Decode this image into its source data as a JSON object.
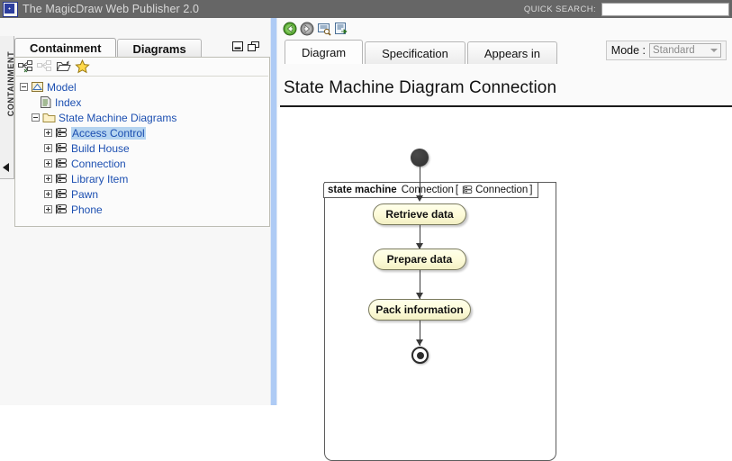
{
  "titlebar": {
    "app_title": "The MagicDraw Web Publisher 2.0",
    "app_icon": "magicdraw-logo-icon",
    "quick_search_label": "QUICK SEARCH:",
    "quick_search_value": "",
    "quick_search_placeholder": "",
    "bg_color": "#666666",
    "text_color": "#d9d9d9"
  },
  "left_panel": {
    "rail_label": "CONTAINMENT",
    "tabs": [
      {
        "label": "Containment",
        "active": true
      },
      {
        "label": "Diagrams",
        "active": false
      }
    ],
    "window_controls": [
      {
        "name": "restore-down-icon"
      },
      {
        "name": "maximize-windows-icon"
      }
    ],
    "tree_toolbar": [
      {
        "name": "collapse-all-icon",
        "enabled": true
      },
      {
        "name": "expand-all-icon",
        "enabled": false
      },
      {
        "name": "open-folder-icon",
        "enabled": true
      },
      {
        "name": "favorites-star-icon",
        "enabled": true
      }
    ],
    "tree": [
      {
        "label": "Model",
        "depth": 0,
        "toggle": "minus",
        "icon": "model-icon",
        "selected": false
      },
      {
        "label": "Index",
        "depth": 1,
        "toggle": "none",
        "icon": "index-page-icon",
        "selected": false
      },
      {
        "label": "State Machine Diagrams",
        "depth": 1,
        "toggle": "minus",
        "icon": "folder-icon",
        "selected": false
      },
      {
        "label": "Access Control",
        "depth": 2,
        "toggle": "plus",
        "icon": "state-machine-icon",
        "selected": true
      },
      {
        "label": "Build House",
        "depth": 2,
        "toggle": "plus",
        "icon": "state-machine-icon",
        "selected": false
      },
      {
        "label": "Connection",
        "depth": 2,
        "toggle": "plus",
        "icon": "state-machine-icon",
        "selected": false
      },
      {
        "label": "Library Item",
        "depth": 2,
        "toggle": "plus",
        "icon": "state-machine-icon",
        "selected": false
      },
      {
        "label": "Pawn",
        "depth": 2,
        "toggle": "plus",
        "icon": "state-machine-icon",
        "selected": false
      },
      {
        "label": "Phone",
        "depth": 2,
        "toggle": "plus",
        "icon": "state-machine-icon",
        "selected": false
      }
    ],
    "link_color": "#1c4fb1",
    "selection_color": "#b5d4f0"
  },
  "right_panel": {
    "toolbar": [
      {
        "name": "back-arrow-icon"
      },
      {
        "name": "forward-arrow-icon"
      },
      {
        "name": "show-details-icon"
      },
      {
        "name": "export-document-icon"
      }
    ],
    "tabs": [
      {
        "label": "Diagram",
        "active": true
      },
      {
        "label": "Specification",
        "active": false
      },
      {
        "label": "Appears in",
        "active": false
      }
    ],
    "mode": {
      "label": "Mode :",
      "selected": "Standard",
      "options": [
        "Standard"
      ]
    },
    "page_title": "State Machine Diagram Connection"
  },
  "diagram": {
    "frame_header": {
      "keyword": "state machine",
      "name": "Connection",
      "bracket_open": "[",
      "icon": "state-machine-icon",
      "context": "Connection",
      "bracket_close": "]"
    },
    "nodes": [
      {
        "type": "initial",
        "name": "initial-node",
        "label": ""
      },
      {
        "type": "state",
        "name": "state-retrieve-data",
        "label": "Retrieve data"
      },
      {
        "type": "state",
        "name": "state-prepare-data",
        "label": "Prepare data"
      },
      {
        "type": "state",
        "name": "state-pack-information",
        "label": "Pack information"
      },
      {
        "type": "final",
        "name": "final-node",
        "label": ""
      }
    ],
    "transitions": [
      {
        "from": "initial-node",
        "to": "state-retrieve-data",
        "label": ""
      },
      {
        "from": "state-retrieve-data",
        "to": "state-prepare-data",
        "label": ""
      },
      {
        "from": "state-prepare-data",
        "to": "state-pack-information",
        "label": ""
      },
      {
        "from": "state-pack-information",
        "to": "final-node",
        "label": ""
      }
    ],
    "state_fill": "#fdfbd8",
    "state_border": "#7a7a5e"
  }
}
